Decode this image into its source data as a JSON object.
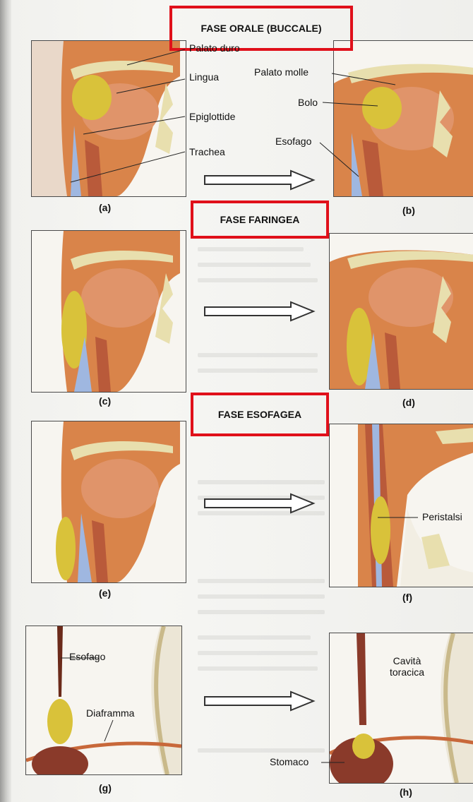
{
  "phases": {
    "oral": "FASE ORALE (BUCCALE)",
    "pharyngeal": "FASE FARINGEA",
    "esophageal": "FASE ESOFAGEA"
  },
  "labels": {
    "palato_duro": "Palato duro",
    "lingua": "Lingua",
    "epiglottide": "Epiglottide",
    "trachea": "Trachea",
    "palato_molle": "Palato molle",
    "bolo": "Bolo",
    "esofago_b": "Esofago",
    "peristalsi": "Peristalsi",
    "esofago_g": "Esofago",
    "diaframma": "Diaframma",
    "cavita_toracica": "Cavità\ntoracica",
    "stomaco": "Stomaco"
  },
  "subfigures": [
    "(a)",
    "(b)",
    "(c)",
    "(d)",
    "(e)",
    "(f)",
    "(g)",
    "(h)"
  ],
  "colors": {
    "highlight_box": "#e0101a",
    "bolus": "#d9c23a",
    "tissue": "#d9844a",
    "airway": "#9fb7e0",
    "bone": "#e8dfae"
  }
}
